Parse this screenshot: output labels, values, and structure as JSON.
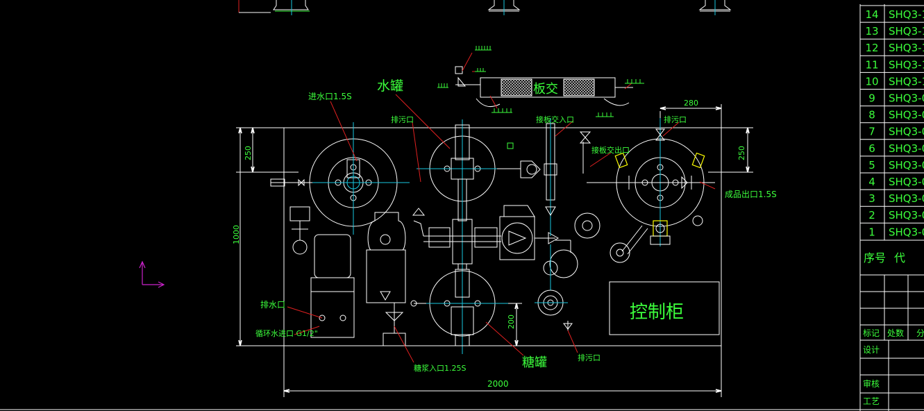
{
  "labels": {
    "water_inlet": "进水口1.5S",
    "water_tank": "水罐",
    "drain_top_left": "排污口",
    "plate_hx": "板交",
    "hx_inlet": "接板交入口",
    "hx_outlet": "接板交出口",
    "drain_top_right": "排污口",
    "product_outlet": "成品出口1.5S",
    "water_drain": "排水口",
    "circ_inlet": "循环水进口 G1/2\"",
    "syrup_inlet": "糖浆入口1.25S",
    "syrup_tank": "糖罐",
    "drain_bottom": "排污口",
    "control_cabinet": "控制柜"
  },
  "dimensions": {
    "d250_left": "250",
    "d1000": "1000",
    "d280": "280",
    "d250_right": "250",
    "d200": "200",
    "d2000": "2000"
  },
  "title_block": {
    "rows": [
      {
        "no": "14",
        "code": "SHQ3-1"
      },
      {
        "no": "13",
        "code": "SHQ3-1"
      },
      {
        "no": "12",
        "code": "SHQ3-1"
      },
      {
        "no": "11",
        "code": "SHQ3-1"
      },
      {
        "no": "10",
        "code": "SHQ3-1"
      },
      {
        "no": "9",
        "code": "SHQ3-0"
      },
      {
        "no": "8",
        "code": "SHQ3-0"
      },
      {
        "no": "7",
        "code": "SHQ3-0"
      },
      {
        "no": "6",
        "code": "SHQ3-0"
      },
      {
        "no": "5",
        "code": "SHQ3-0"
      },
      {
        "no": "4",
        "code": "SHQ3-0"
      },
      {
        "no": "3",
        "code": "SHQ3-0"
      },
      {
        "no": "2",
        "code": "SHQ3-0"
      },
      {
        "no": "1",
        "code": "SHQ3-0"
      }
    ],
    "header_no": "序号",
    "header_code": "代",
    "mark": "标记",
    "count": "处数",
    "div": "分",
    "design": "设计",
    "review": "审核",
    "process": "工艺"
  },
  "colors": {
    "line": "#ffffff",
    "text": "#3cff3c",
    "center": "#18c8e0",
    "leader": "#e02020",
    "ucs": "#cc22cc"
  }
}
